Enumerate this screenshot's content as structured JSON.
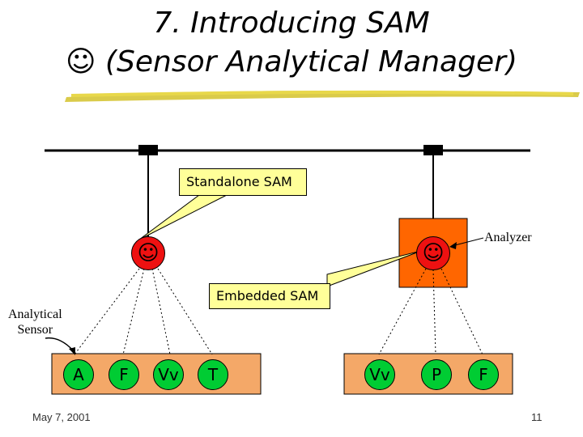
{
  "slide": {
    "title_line1": "7. Introducing SAM",
    "title_smiley": "☺",
    "title_line2": "(Sensor Analytical Manager)",
    "colors": {
      "sensor_bar": "#f4a868",
      "analyzer_box": "#ff6600",
      "sam_node": "#ee1111",
      "sensor_node": "#00cc33",
      "callout": "#ffff99",
      "underline": "#d4c22a"
    }
  },
  "diagram": {
    "callout_standalone": "Standalone SAM",
    "callout_embedded": "Embedded SAM",
    "label_analyzer": "Analyzer",
    "label_analytical_sensor_line1": "Analytical",
    "label_analytical_sensor_line2": "Sensor",
    "sam_smiley": "☺",
    "left_nodes": [
      "A",
      "F",
      "Vv",
      "T"
    ],
    "right_nodes": [
      "Vv",
      "P",
      "F"
    ]
  },
  "footer": {
    "date": "May 7, 2001",
    "page": "11"
  }
}
